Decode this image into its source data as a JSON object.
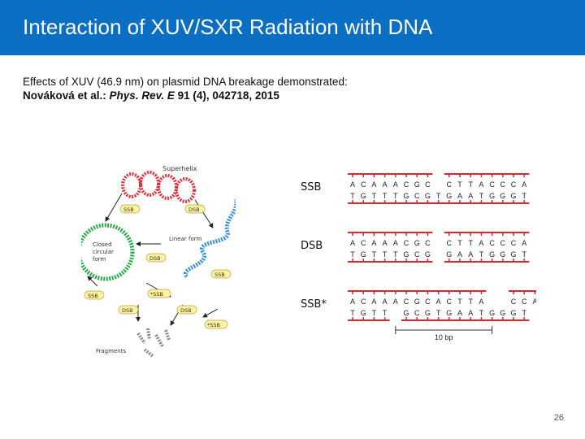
{
  "slide": {
    "title": "Interaction of XUV/SXR Radiation with DNA",
    "description": "Effects of XUV (46.9 nm) on plasmid DNA breakage demonstrated:",
    "ref_authors": "Nováková et al.: ",
    "ref_journal": "Phys. Rev. E",
    "ref_rest": " 91 (4), 042718, 2015",
    "page_number": "26"
  },
  "diagram": {
    "superhelix": "Superhelix",
    "closed_circular": [
      "Closed",
      "circular",
      "form"
    ],
    "linear_form": "Linear form",
    "fragments": "Fragments",
    "badges": [
      "SSB",
      "DSB",
      "DSB",
      "SSB",
      "*SSB",
      "SSB",
      "DSB",
      "DSB",
      "*SSB"
    ],
    "colors": {
      "superhelix": "#e0303a",
      "circular": "#2aa84a",
      "linear": "#3a8fd6",
      "badge": "#fff3a0",
      "fragments": "#888888"
    }
  },
  "dna_panel": {
    "rows": [
      {
        "label": "SSB",
        "top": [
          "A",
          "C",
          "A",
          "A",
          "A",
          "C",
          "G",
          "C",
          "",
          "C",
          "T",
          "T",
          "A",
          "C",
          "C",
          "C",
          "A"
        ],
        "bottom": [
          "T",
          "G",
          "T",
          "T",
          "T",
          "G",
          "C",
          "G",
          "T",
          "G",
          "A",
          "A",
          "T",
          "G",
          "G",
          "G",
          "T"
        ]
      },
      {
        "label": "DSB",
        "top": [
          "A",
          "C",
          "A",
          "A",
          "A",
          "C",
          "G",
          "C",
          "",
          "C",
          "T",
          "T",
          "A",
          "C",
          "C",
          "C",
          "A"
        ],
        "bottom": [
          "T",
          "G",
          "T",
          "T",
          "T",
          "G",
          "C",
          "G",
          "",
          "G",
          "A",
          "A",
          "T",
          "G",
          "G",
          "G",
          "T"
        ]
      },
      {
        "label": "SSB*",
        "top": [
          "A",
          "C",
          "A",
          "A",
          "A",
          "C",
          "G",
          "C",
          "A",
          "C",
          "T",
          "T",
          "A",
          "",
          "",
          "C",
          "C",
          "A"
        ],
        "bottom": [
          "T",
          "G",
          "T",
          "T",
          "",
          "G",
          "C",
          "G",
          "T",
          "G",
          "A",
          "A",
          "T",
          "G",
          "G",
          "G",
          "T"
        ]
      }
    ],
    "scale_label": "10 bp",
    "colors": {
      "strand": "#d9282f",
      "text": "#222222"
    }
  }
}
